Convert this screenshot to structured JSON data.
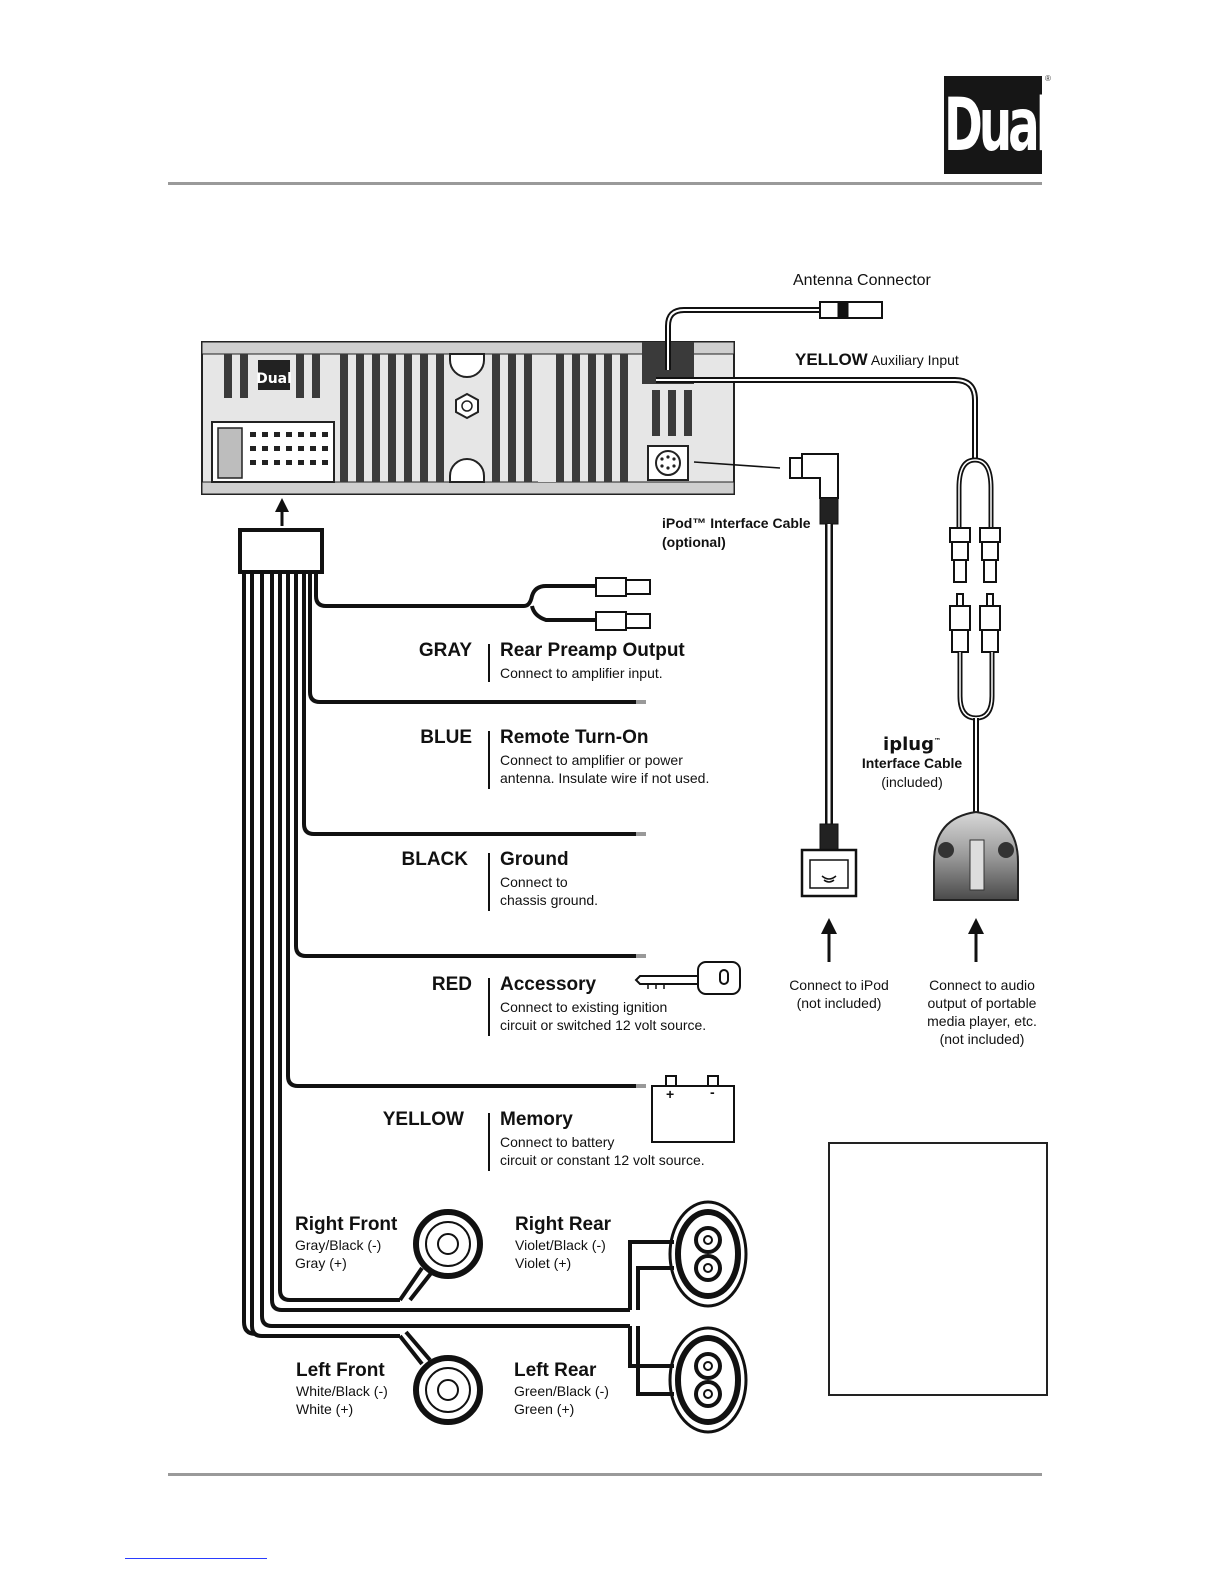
{
  "brand": {
    "logo_text": "Dual",
    "registered": "®"
  },
  "antenna": {
    "label": "Antenna Connector"
  },
  "aux": {
    "color": "YELLOW",
    "label": "Auxiliary Input"
  },
  "ipod_cable": {
    "line1": "iPod™ Interface Cable",
    "line2": "(optional)"
  },
  "iplug": {
    "brand": "iplug",
    "tm": "™",
    "line1": "Interface Cable",
    "line2": "(included)"
  },
  "wires": [
    {
      "color": "GRAY",
      "title": "Rear Preamp Output",
      "desc": [
        "Connect to amplifier input."
      ]
    },
    {
      "color": "BLUE",
      "title": "Remote Turn-On",
      "desc": [
        "Connect to amplifier or power",
        "antenna. Insulate wire if not used."
      ]
    },
    {
      "color": "BLACK",
      "title": "Ground",
      "desc": [
        "Connect to",
        "chassis ground."
      ]
    },
    {
      "color": "RED",
      "title": "Accessory",
      "desc": [
        "Connect to existing ignition",
        "circuit or switched 12 volt source."
      ]
    },
    {
      "color": "YELLOW",
      "title": "Memory",
      "desc": [
        "Connect to battery",
        "circuit or constant 12 volt source."
      ]
    }
  ],
  "battery": {
    "plus": "+",
    "minus": "-"
  },
  "connect_ipod": [
    "Connect to iPod",
    "(not included)"
  ],
  "connect_audio": [
    "Connect to audio",
    "output of portable",
    "media player, etc.",
    "(not included)"
  ],
  "speakers": [
    {
      "name": "Right Front",
      "neg": "Gray/Black (-)",
      "pos": "Gray (+)"
    },
    {
      "name": "Right Rear",
      "neg": "Violet/Black (-)",
      "pos": "Violet (+)"
    },
    {
      "name": "Left Front",
      "neg": "White/Black (-)",
      "pos": "White (+)"
    },
    {
      "name": "Left Rear",
      "neg": "Green/Black (-)",
      "pos": "Green (+)"
    }
  ],
  "unit_logo": "Dual",
  "colors": {
    "ink": "#111111",
    "rule": "#9a9a9a",
    "unit_fill": "#e2e2e2"
  }
}
